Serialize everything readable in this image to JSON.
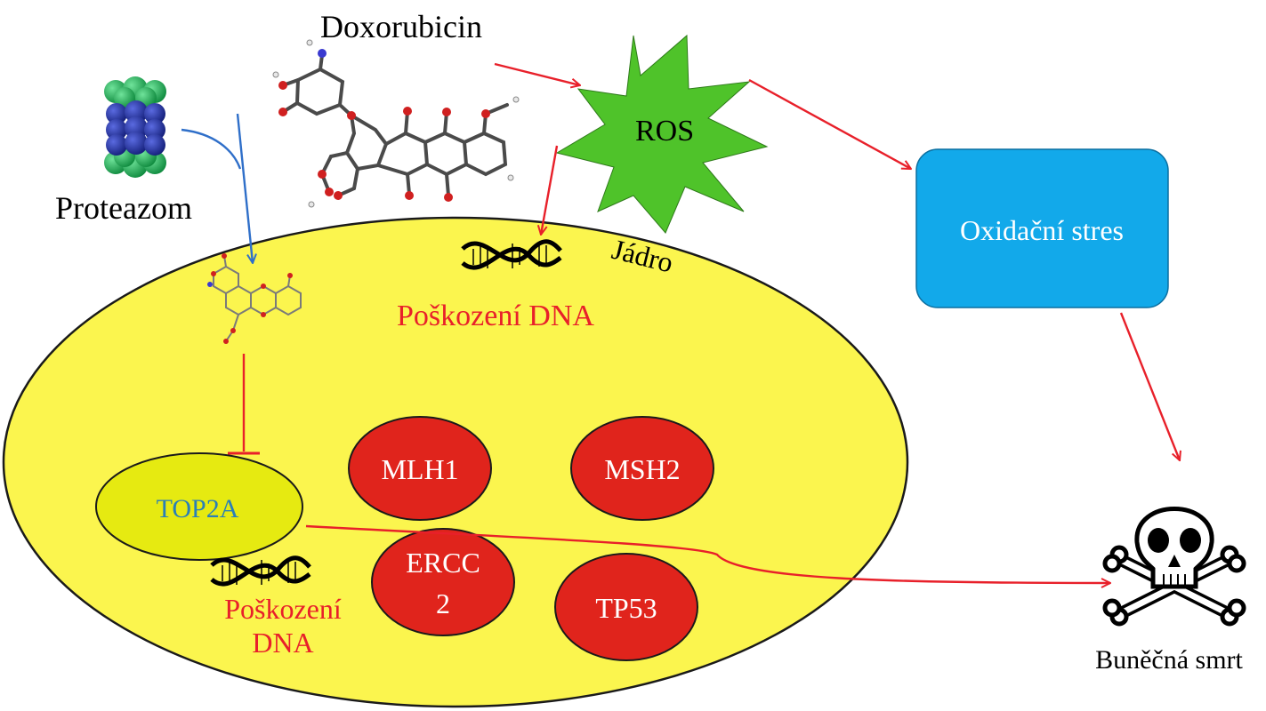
{
  "labels": {
    "doxorubicin": "Doxorubicin",
    "proteazom": "Proteazom",
    "ros": "ROS",
    "jadro": "Jádro",
    "oxidacni_stres": "Oxidační stres",
    "poskozeni_dna_top": "Poškození DNA",
    "top2a": "TOP2A",
    "mlh1": "MLH1",
    "msh2": "MSH2",
    "ercc_line1": "ERCC",
    "ercc_line2": "2",
    "tp53": "TP53",
    "poskozeni_dna_bottom_line1": "Poškození",
    "poskozeni_dna_bottom_line2": "DNA",
    "bunecna_smrt": "Buněčná smrt"
  },
  "colors": {
    "nucleus_fill": "#fbf54e",
    "nucleus_stroke": "#1a1a1a",
    "ros_star": "#4fc32a",
    "oxidative_box": "#12a9ea",
    "repair_protein": "#e0241c",
    "top2a_fill": "#e6ea11",
    "top2a_text": "#2a7fb8",
    "arrow_red": "#e8202a",
    "arrow_blue": "#2f6fc9",
    "proteasome_green": "#1fb45a",
    "proteasome_blue": "#2233a8"
  },
  "icons": {
    "proteasome": "proteasome-icon",
    "doxorubicin_molecule": "doxorubicin-molecule-icon",
    "small_molecule": "doxorubicin-small-molecule-icon",
    "dna_top": "dna-helix-icon",
    "dna_bottom": "dna-helix-icon",
    "death": "skull-crossbones-icon"
  }
}
